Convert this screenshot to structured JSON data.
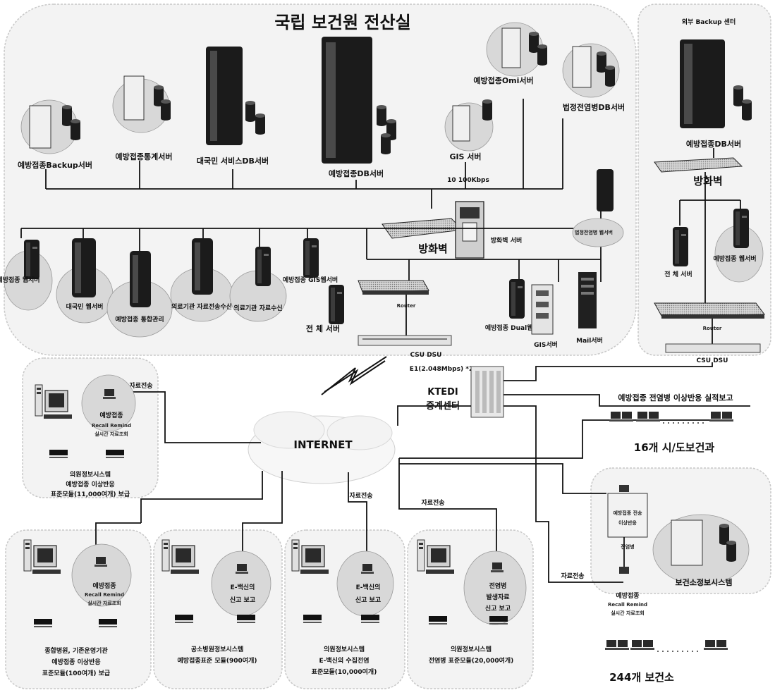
{
  "title": "국립 보건원 전산실",
  "backup_center": "외부 Backup 센터",
  "servers_top": [
    "예방접종Backup서버",
    "예방접종통계서버",
    "대국민 서비스DB서버",
    "예방접종DB서버",
    "GIS 서버",
    "예방접종Omi서버",
    "법정전염병DB서버"
  ],
  "network_speed": "10 100Kbps",
  "firewall_label": "방화벽",
  "firewall_server_label": "방화벽 서버",
  "servers_bottom": [
    "예방접종 웹서버",
    "대국민 웹서버",
    "예방접종 통합관리",
    "의료기관 자료전송수신",
    "의료기관 자료수신",
    "예방접종 GIS웹서버",
    "전 체 서버",
    "법정전염병 웹서버"
  ],
  "router_label": "Router",
  "csu_label": "CSU DSU",
  "e1_label": "E1(2.048Mbps) *2",
  "ktedi_label": "KTEDI",
  "relay_label": "중계센터",
  "dual_label": "예방접종 Dual웹서버",
  "gis_server2": "GIS서버",
  "mail_server": "Mail서버",
  "internet_label": "INTERNET",
  "backup": {
    "db_server": "예방접종DB서버",
    "firewall": "방화벽",
    "main_server": "전 체 서버",
    "web_server": "예방접종 웹서버",
    "router": "Router",
    "csu": "CSU DSU"
  },
  "transfer_label": "자료전송",
  "report_label": "예방접종 전염병 이상반응 실적보고",
  "provinces_label": "16개 시/도보건과",
  "health_centers_label": "244개 보건소",
  "health_system_label": "보건소정보시스템",
  "health_center_box": [
    "예방접종 전송",
    "이상반응",
    "전염병"
  ],
  "health_recall": [
    "예방접종",
    "Recall Remind",
    "실시간 자료조회"
  ],
  "clinic_top": {
    "title": [
      "예방접종",
      "Recall Remind",
      "실시간 자료조회"
    ],
    "caption": [
      "의원정보시스템",
      "예방접종 이상반응",
      "표준모듈(11,000여개) 보급"
    ]
  },
  "sites": [
    {
      "title": [
        "예방접종",
        "Recall Remind",
        "실시간 자료조회"
      ],
      "caption": [
        "종합병원, 기존운영기관",
        "예방접종 이상반응",
        "표준모듈(100여개) 보급"
      ]
    },
    {
      "title": [
        "E-백신의",
        "신고 보고"
      ],
      "caption": [
        "공소병원정보시스템",
        "예방접종표준 모듈(900여개)"
      ]
    },
    {
      "title": [
        "E-백신의",
        "신고 보고"
      ],
      "caption": [
        "의원정보시스템",
        "E-백신의 수집전염",
        "표준모듈(10,000여개)"
      ]
    },
    {
      "title": [
        "전염병",
        "발생자료",
        "신고 보고"
      ],
      "caption": [
        "의원정보시스템",
        "전염병 표준모듈(20,000여개)"
      ]
    }
  ]
}
